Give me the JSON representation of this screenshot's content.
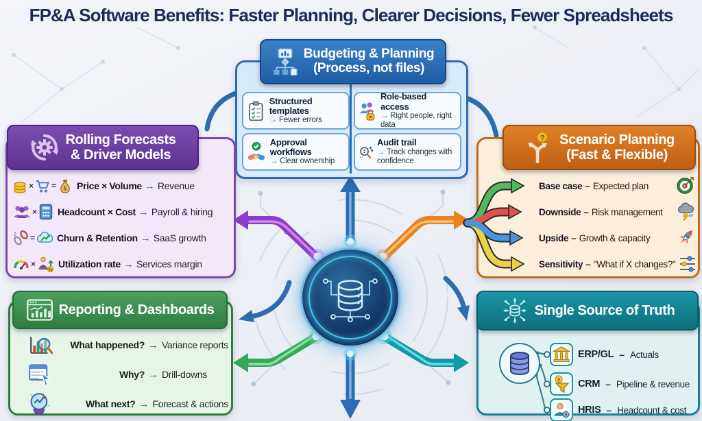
{
  "title": "FP&A Software Benefits: Faster Planning, Clearer Decisions, Fewer Spreadsheets",
  "glyphs": {
    "arrow": "→",
    "dash": "–",
    "times": "×",
    "equals": "=",
    "question": "?",
    "percent": "%",
    "dollar": "$"
  },
  "colors": {
    "title_navy": "#1c2c5a",
    "budgeting_blue": "#2a6cb5",
    "rolling_purple": "#6b3fa0",
    "scenario_orange": "#d4711f",
    "reporting_green": "#2e7d3f",
    "ssot_teal": "#148291",
    "arrow_purple": "#8c3cc8",
    "arrow_orange": "#ea831f",
    "arrow_green": "#37a858",
    "arrow_teal": "#119aa6",
    "arrow_blue": "#2b6cb4",
    "branch_green": "#52b85e",
    "branch_red": "#e0524e",
    "branch_blue": "#4a94e0",
    "branch_yellow": "#ecd24a"
  },
  "budgeting": {
    "title_line1": "Budgeting & Planning",
    "title_line2": "(Process, not files)",
    "header_icon": "flowchart-icon",
    "items": [
      {
        "icon": "clipboard-checklist-icon",
        "title": "Structured templates",
        "benefit": "Fewer errors"
      },
      {
        "icon": "users-lock-icon",
        "title": "Role-based access",
        "benefit": "Right people, right data"
      },
      {
        "icon": "handshake-approved-icon",
        "title": "Approval workflows",
        "benefit": "Clear ownership"
      },
      {
        "icon": "audit-magnifier-icon",
        "title": "Audit trail",
        "benefit": "Track changes with confidence"
      }
    ]
  },
  "rolling": {
    "title_line1": "Rolling Forecasts",
    "title_line2": "& Driver Models",
    "header_icon": "cycle-gear-icon",
    "items": [
      {
        "icons": [
          "coins-icon",
          "cart-icon",
          "money-bag-icon"
        ],
        "driver": "Price × Volume",
        "outcome": "Revenue"
      },
      {
        "icons": [
          "team-icon",
          "calculator-icon"
        ],
        "driver": "Headcount × Cost",
        "outcome": "Payroll & hiring"
      },
      {
        "icons": [
          "chain-icon",
          "cloud-growth-icon"
        ],
        "driver": "Churn & Retention",
        "outcome": "SaaS growth"
      },
      {
        "icons": [
          "gauge-icon",
          "consultant-icon"
        ],
        "driver": "Utilization rate",
        "outcome": "Services margin"
      }
    ]
  },
  "scenario": {
    "title_line1": "Scenario Planning",
    "title_line2": "(Fast & Flexible)",
    "header_icon": "branching-question-icon",
    "items": [
      {
        "label": "Base case",
        "desc": "Expected plan",
        "icon": "target-icon",
        "branch_color": "#52b85e"
      },
      {
        "label": "Downside",
        "desc": "Risk management",
        "icon": "storm-cloud-icon",
        "branch_color": "#e0524e"
      },
      {
        "label": "Upside",
        "desc": "Growth & capacity",
        "icon": "rocket-icon",
        "branch_color": "#4a94e0"
      },
      {
        "label": "Sensitivity",
        "desc": "\"What if X changes?\"",
        "icon": "sliders-icon",
        "branch_color": "#ecd24a"
      }
    ]
  },
  "reporting": {
    "title": "Reporting & Dashboards",
    "header_icon": "dashboard-icon",
    "items": [
      {
        "icon": "bar-chart-magnifier-icon",
        "question": "What happened?",
        "answer": "Variance reports"
      },
      {
        "icon": "spreadsheet-cursor-icon",
        "question": "Why?",
        "answer": "Drill-downs"
      },
      {
        "icon": "crystal-ball-icon",
        "question": "What next?",
        "answer": "Forecast & actions"
      }
    ]
  },
  "ssot": {
    "title": "Single Source of Truth",
    "header_icon": "database-sync-icon",
    "hub_icon": "database-icon",
    "items": [
      {
        "icon": "bank-icon",
        "system": "ERP/GL",
        "feeds": "Actuals"
      },
      {
        "icon": "funnel-dollar-icon",
        "system": "CRM",
        "feeds": "Pipeline & revenue"
      },
      {
        "icon": "person-gear-icon",
        "system": "HRIS",
        "feeds": "Headcount & cost"
      }
    ]
  },
  "hub": {
    "icon": "database-network-icon"
  }
}
